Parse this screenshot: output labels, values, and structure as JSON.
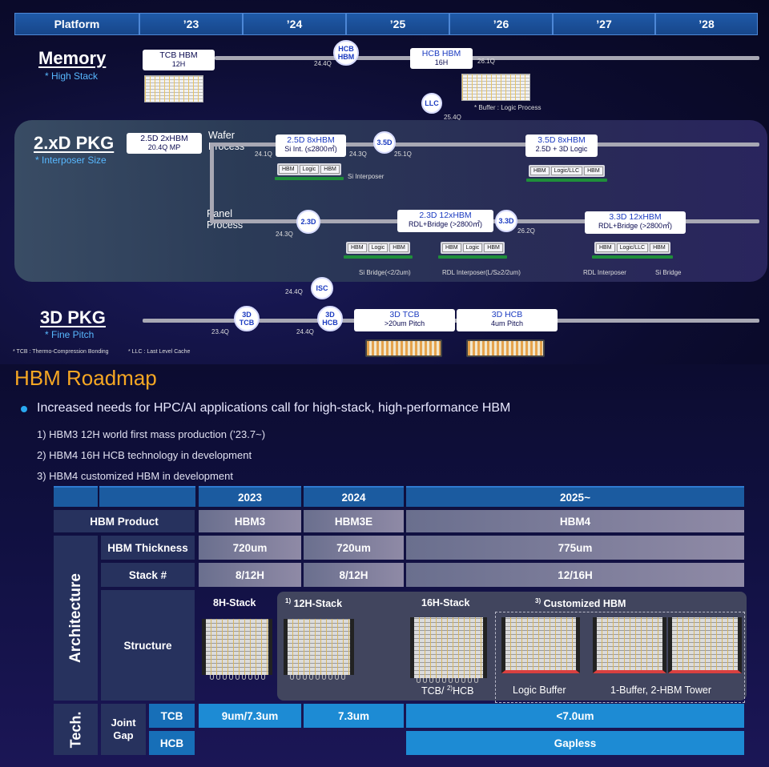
{
  "roadmap": {
    "header": [
      "Platform",
      "’23",
      "’24",
      "’25",
      "’26",
      "’27",
      "’28"
    ],
    "memory": {
      "title": "Memory",
      "subtitle": "* High Stack",
      "box1": {
        "l1": "TCB HBM",
        "l2": "12H"
      },
      "box2": {
        "l1": "HCB HBM",
        "l2": "16H"
      },
      "circle_hcb": "HCB HBM",
      "circle_llc": "LLC",
      "d1": "24.4Q",
      "d2": "26.1Q",
      "d3": "25.4Q",
      "buffer_note": "* Buffer : Logic Process"
    },
    "pkg": {
      "title": "2.xD PKG",
      "subtitle": "* Interposer Size",
      "box_mp": {
        "l1": "2.5D 2xHBM",
        "l2": "20.4Q MP"
      },
      "wafer": "Wafer Process",
      "panel": "Panel Process",
      "w_box1": {
        "l1": "2.5D 8xHBM",
        "l2": "Si Int. (≤2800㎡)"
      },
      "w_circle": "3.5D",
      "w_box2": {
        "l1": "3.5D 8xHBM",
        "l2": "2.5D + 3D Logic"
      },
      "p_circle1": "2.3D",
      "p_box1": {
        "l1": "2.3D 12xHBM",
        "l2": "RDL+Bridge (>2800㎡)"
      },
      "p_circle2": "3.3D",
      "p_box2": {
        "l1": "3.3D 12xHBM",
        "l2": "RDL+Bridge (>2800㎡)"
      },
      "dates": {
        "w1": "24.1Q",
        "w2": "24.3Q",
        "w3": "25.1Q",
        "p1": "24.3Q",
        "p2": "26.2Q"
      },
      "chip_hbm": "HBM",
      "chip_logic": "Logic",
      "chip_logicllc": "Logic/LLC",
      "si_interposer": "Si Interposer",
      "si_bridge_note": "Si Bridge(<2/2um)",
      "rdl_note": "RDL Interposer(L/S≥2/2um)",
      "rdl_interposer": "RDL Interposer",
      "si_bridge": "Si Bridge",
      "isc": "ISC",
      "isc_date": "24.4Q"
    },
    "pkg3d": {
      "title": "3D PKG",
      "subtitle": "* Fine Pitch",
      "c1": "3D TCB",
      "c1_date": "23.4Q",
      "c2": "3D HCB",
      "c2_date": "24.4Q",
      "box1": {
        "l1": "3D TCB",
        "l2": ">20um Pitch"
      },
      "box2": {
        "l1": "3D HCB",
        "l2": "4um Pitch"
      }
    },
    "footnote1": "* TCB : Thermo-Compression Bonding",
    "footnote2": "* LLC : Last Level Cache"
  },
  "hbm": {
    "title": "HBM Roadmap",
    "bullet": "Increased needs for HPC/AI applications call for high-stack, high-performance HBM",
    "items": [
      "1) HBM3 12H world first mass production (’23.7~)",
      "2) HBM4 16H HCB technology in development",
      "3) HBM4 customized HBM in development"
    ],
    "table": {
      "years": [
        "2023",
        "2024",
        "2025~"
      ],
      "product_label": "HBM Product",
      "products": [
        "HBM3",
        "HBM3E",
        "HBM4"
      ],
      "architecture": "Architecture",
      "thickness_label": "HBM Thickness",
      "thickness": [
        "720um",
        "720um",
        "775um"
      ],
      "stack_label": "Stack #",
      "stack": [
        "8/12H",
        "8/12H",
        "12/16H"
      ],
      "structure_label": "Structure",
      "struct_8h": "8H-Stack",
      "struct_12h": "12H-Stack",
      "struct_12h_sup": "1)",
      "struct_16h": "16H-Stack",
      "struct_custom": "Customized HBM",
      "struct_custom_sup": "3)",
      "cap_tcb": "TCB/ ",
      "cap_tcb_sup": "2)",
      "cap_hcb": "HCB",
      "cap_logic": "Logic Buffer",
      "cap_tower": "1-Buffer, 2-HBM Tower",
      "tech": "Tech.",
      "joint_gap": "Joint Gap",
      "tcb_label": "TCB",
      "hcb_label": "HCB",
      "tcb_values": [
        "9um/7.3um",
        "7.3um",
        "<7.0um"
      ],
      "hcb_value": "Gapless"
    }
  }
}
